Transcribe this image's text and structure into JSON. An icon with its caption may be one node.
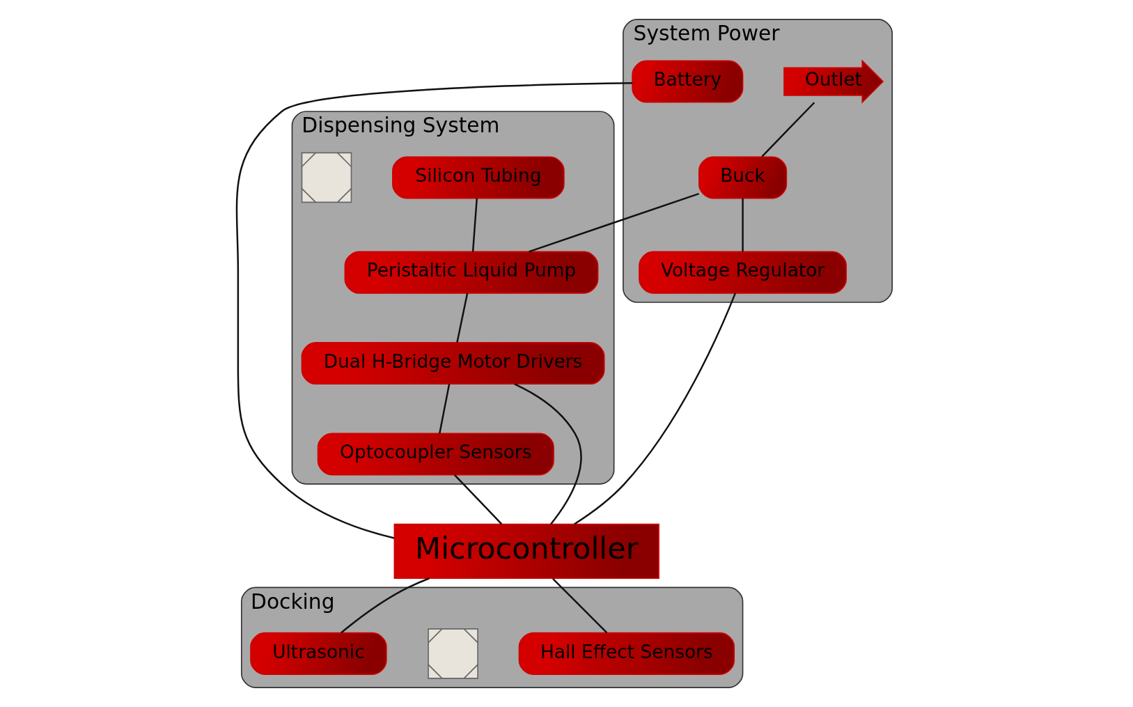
{
  "diagram": {
    "nodes": [
      {
        "text": [
          "System Power"
        ]
      },
      {
        "text": [
          "Outlet"
        ],
        "in": 0
      },
      {
        "text": [
          "Buck"
        ],
        "in": 0
      },
      {
        "text": [
          "Voltage Regulator"
        ],
        "in": 0
      },
      {
        "text": [
          "Battery"
        ],
        "in": 0
      },
      {
        "text": [
          "Dispensing System"
        ]
      },
      {
        "text": [
          "Silicon Tubing"
        ],
        "in": 5
      },
      {
        "text": [
          "Peristaltic Liquid Pump"
        ],
        "in": 5
      },
      {
        "text": [
          "Dual H-Bridge Motor Drivers"
        ],
        "in": 5
      },
      {
        "text": [
          "Optocoupler Sensors"
        ],
        "in": 5
      },
      {
        "text": [],
        "shape": "cross",
        "in": 5
      },
      {
        "text": [
          "Microcontroller"
        ]
      },
      {
        "text": [
          "Docking"
        ]
      },
      {
        "text": [
          "Hall Effect Sensors"
        ],
        "in": 12
      },
      {
        "text": [],
        "shape": "cross",
        "in": 12
      },
      {
        "text": [
          "Ultrasonic"
        ],
        "in": 12
      }
    ],
    "edges": [
      {
        "from": 1,
        "to": 2,
        "arrow": "none"
      },
      {
        "from": 2,
        "to": 3,
        "arrow": "none"
      },
      {
        "from": 2,
        "to": 7,
        "arrow": "none"
      },
      {
        "from": 3,
        "to": 11,
        "arrow": "none"
      },
      {
        "from": 4,
        "to": 11,
        "arrow": "none"
      },
      {
        "from": 6,
        "to": 7,
        "arrow": "none"
      },
      {
        "from": 7,
        "to": 8,
        "arrow": "none"
      },
      {
        "from": 8,
        "to": 9,
        "arrow": "none"
      },
      {
        "from": 8,
        "to": 11,
        "arrow": "none"
      },
      {
        "from": 9,
        "to": 11,
        "arrow": "none"
      },
      {
        "from": 11,
        "to": 13,
        "arrow": "none"
      },
      {
        "from": 11,
        "to": 15,
        "arrow": "none"
      }
    ]
  }
}
